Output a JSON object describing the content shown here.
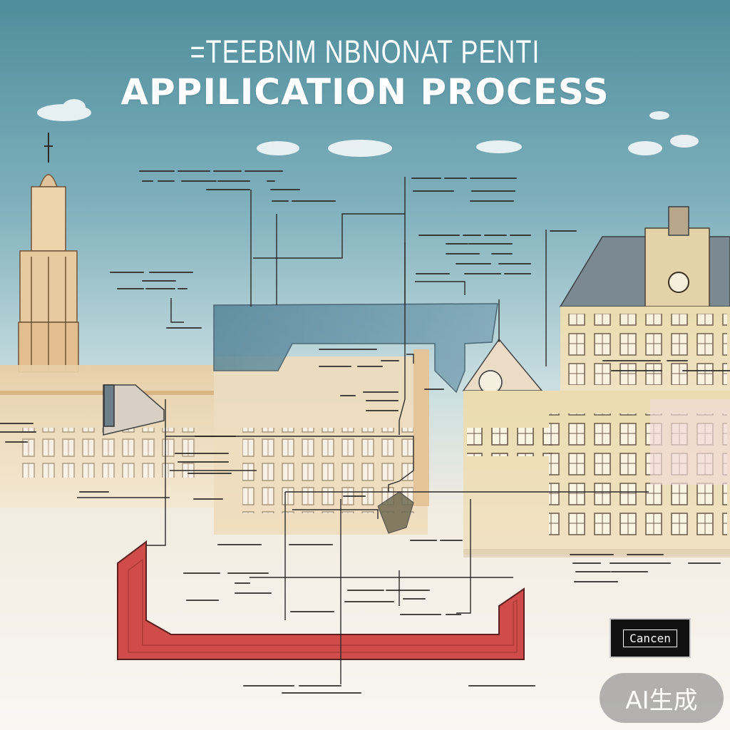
{
  "header": {
    "subtitle": "=TEEBNM NBNONAT PENTI",
    "title": "APPILICATION PROCESS"
  },
  "sign": {
    "label": "Cancen"
  },
  "badge": {
    "label": "AI生成"
  },
  "colors": {
    "sky_top": "#5f9aa6",
    "sky_mid": "#a8ccd3",
    "building_beige": "#ecd7b6",
    "connector_blue": "#5a8aa0",
    "connector_red": "#d2504e",
    "line_dark": "#2c2a28"
  }
}
